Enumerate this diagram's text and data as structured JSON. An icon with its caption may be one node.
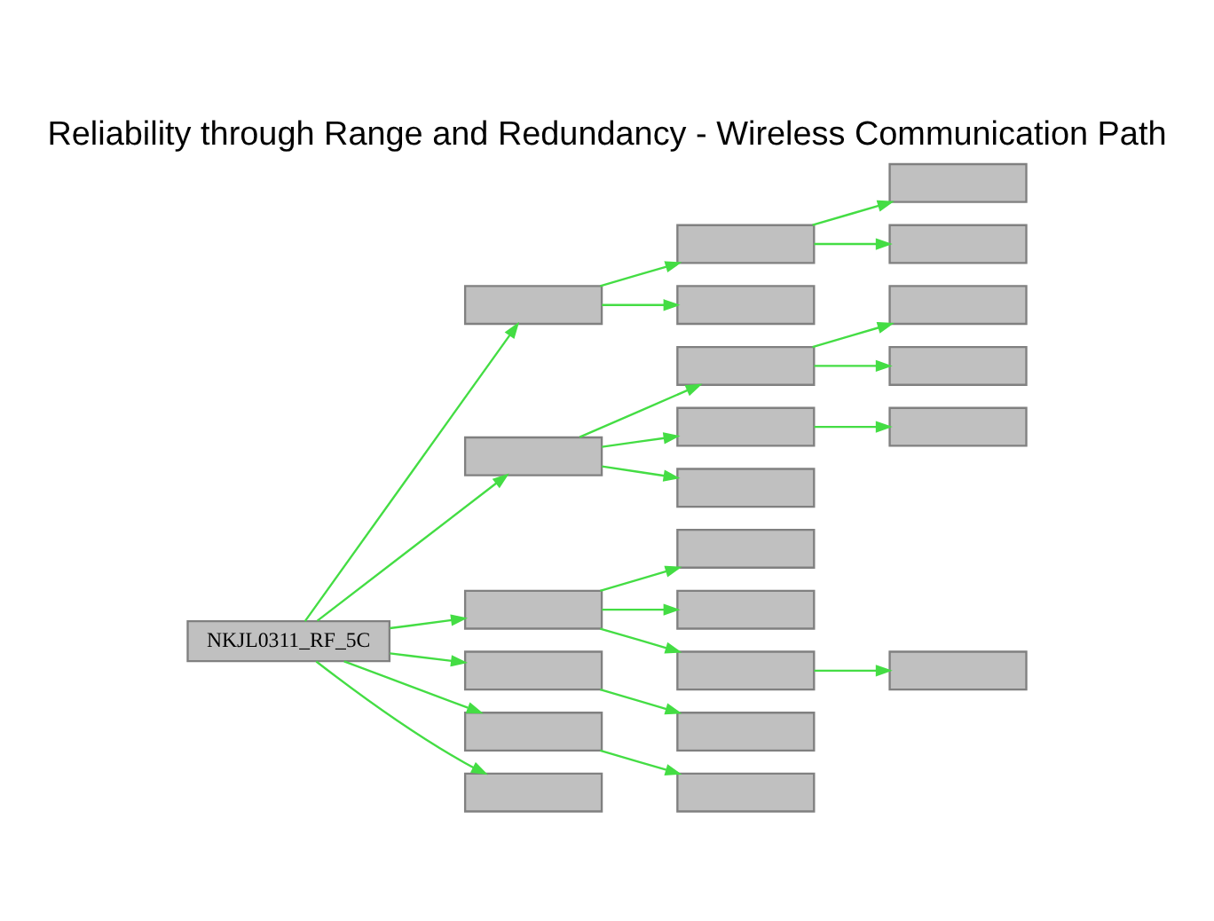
{
  "diagram": {
    "title": "Reliability through Range and Redundancy - Wireless Communication Path",
    "nodes": [
      {
        "text": [
          "NKJL0311_RF_5C"
        ]
      },
      {
        "text": [],
        "shape": "box"
      },
      {
        "text": [],
        "shape": "box"
      },
      {
        "text": [],
        "shape": "box"
      },
      {
        "text": [],
        "shape": "box"
      },
      {
        "text": [],
        "shape": "box"
      },
      {
        "text": [],
        "shape": "box"
      },
      {
        "text": [],
        "shape": "box"
      },
      {
        "text": [],
        "shape": "box"
      },
      {
        "text": [],
        "shape": "box"
      },
      {
        "text": [],
        "shape": "box"
      },
      {
        "text": [],
        "shape": "box"
      },
      {
        "text": [],
        "shape": "box"
      },
      {
        "text": [],
        "shape": "box"
      },
      {
        "text": [],
        "shape": "box"
      },
      {
        "text": [],
        "shape": "box"
      },
      {
        "text": [],
        "shape": "box"
      },
      {
        "text": [],
        "shape": "box"
      },
      {
        "text": [],
        "shape": "box"
      },
      {
        "text": [],
        "shape": "box"
      },
      {
        "text": [],
        "shape": "box"
      },
      {
        "text": [],
        "shape": "box"
      },
      {
        "text": [],
        "shape": "box"
      }
    ],
    "edges": [
      {
        "from": 0,
        "to": 1,
        "arrow": "to"
      },
      {
        "from": 0,
        "to": 2,
        "arrow": "to"
      },
      {
        "from": 0,
        "to": 3,
        "arrow": "to"
      },
      {
        "from": 0,
        "to": 4,
        "arrow": "to"
      },
      {
        "from": 0,
        "to": 5,
        "arrow": "to"
      },
      {
        "from": 0,
        "to": 6,
        "arrow": "to"
      },
      {
        "from": 1,
        "to": 7,
        "arrow": "to"
      },
      {
        "from": 1,
        "to": 8,
        "arrow": "to"
      },
      {
        "from": 2,
        "to": 9,
        "arrow": "to"
      },
      {
        "from": 2,
        "to": 10,
        "arrow": "to"
      },
      {
        "from": 2,
        "to": 11,
        "arrow": "to"
      },
      {
        "from": 3,
        "to": 12,
        "arrow": "to"
      },
      {
        "from": 3,
        "to": 13,
        "arrow": "to"
      },
      {
        "from": 3,
        "to": 14,
        "arrow": "to"
      },
      {
        "from": 4,
        "to": 15,
        "arrow": "to"
      },
      {
        "from": 5,
        "to": 16,
        "arrow": "to"
      },
      {
        "from": 7,
        "to": 17,
        "arrow": "to"
      },
      {
        "from": 7,
        "to": 18,
        "arrow": "to"
      },
      {
        "from": 9,
        "to": 19,
        "arrow": "to"
      },
      {
        "from": 9,
        "to": 20,
        "arrow": "to"
      },
      {
        "from": 10,
        "to": 21,
        "arrow": "to"
      },
      {
        "from": 14,
        "to": 22,
        "arrow": "to"
      }
    ]
  }
}
